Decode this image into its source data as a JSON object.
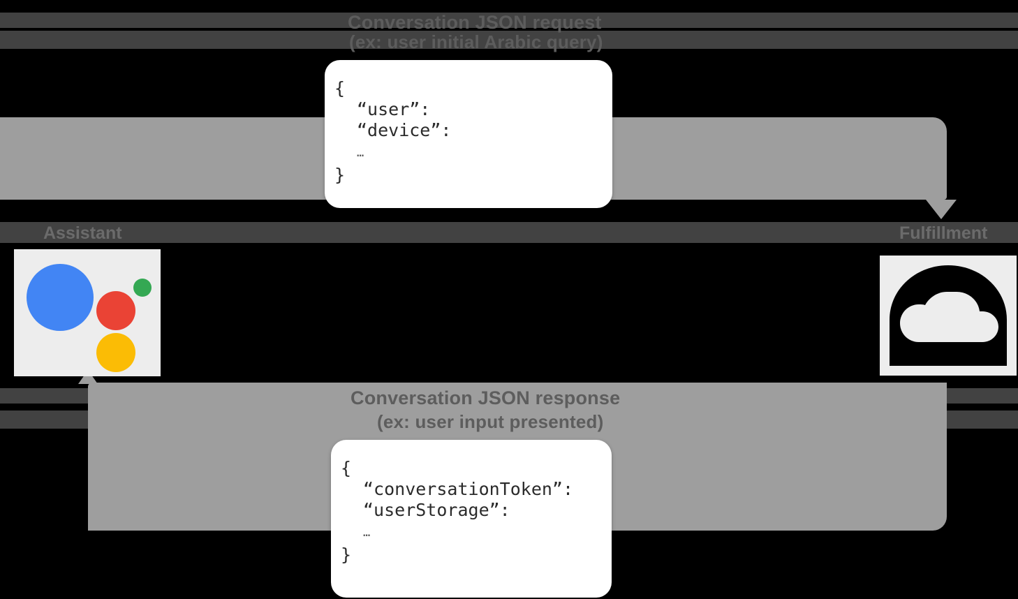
{
  "diagram": {
    "title": "Google Assistant conversation flow",
    "background_color": "#000000",
    "band_color": "#424242",
    "arrow_color": "#9e9e9e",
    "card_color": "#ffffff"
  },
  "request_flow": {
    "label_line1": "Conversation JSON request",
    "label_line2": "(ex: user initial Arabic query)",
    "json_card": {
      "open_brace": "{",
      "line1": "“user”:",
      "line2": "“device”:",
      "ellipsis": "…",
      "close_brace": "}"
    }
  },
  "response_flow": {
    "label_line1": "Conversation JSON response",
    "label_line2": "(ex: user input presented)",
    "json_card": {
      "open_brace": "{",
      "line1": "“conversationToken”:",
      "line2": "“userStorage”:",
      "ellipsis": "…",
      "close_brace": "}"
    }
  },
  "nodes": {
    "left": {
      "label": "Assistant",
      "icon": "google-assistant-icon",
      "colors": {
        "blue": "#4285f4",
        "red": "#ea4335",
        "green": "#34a853",
        "yellow": "#fbbc05"
      }
    },
    "right": {
      "label": "Fulfillment",
      "icon": "cloud-functions-icon",
      "color": "#000000"
    }
  }
}
